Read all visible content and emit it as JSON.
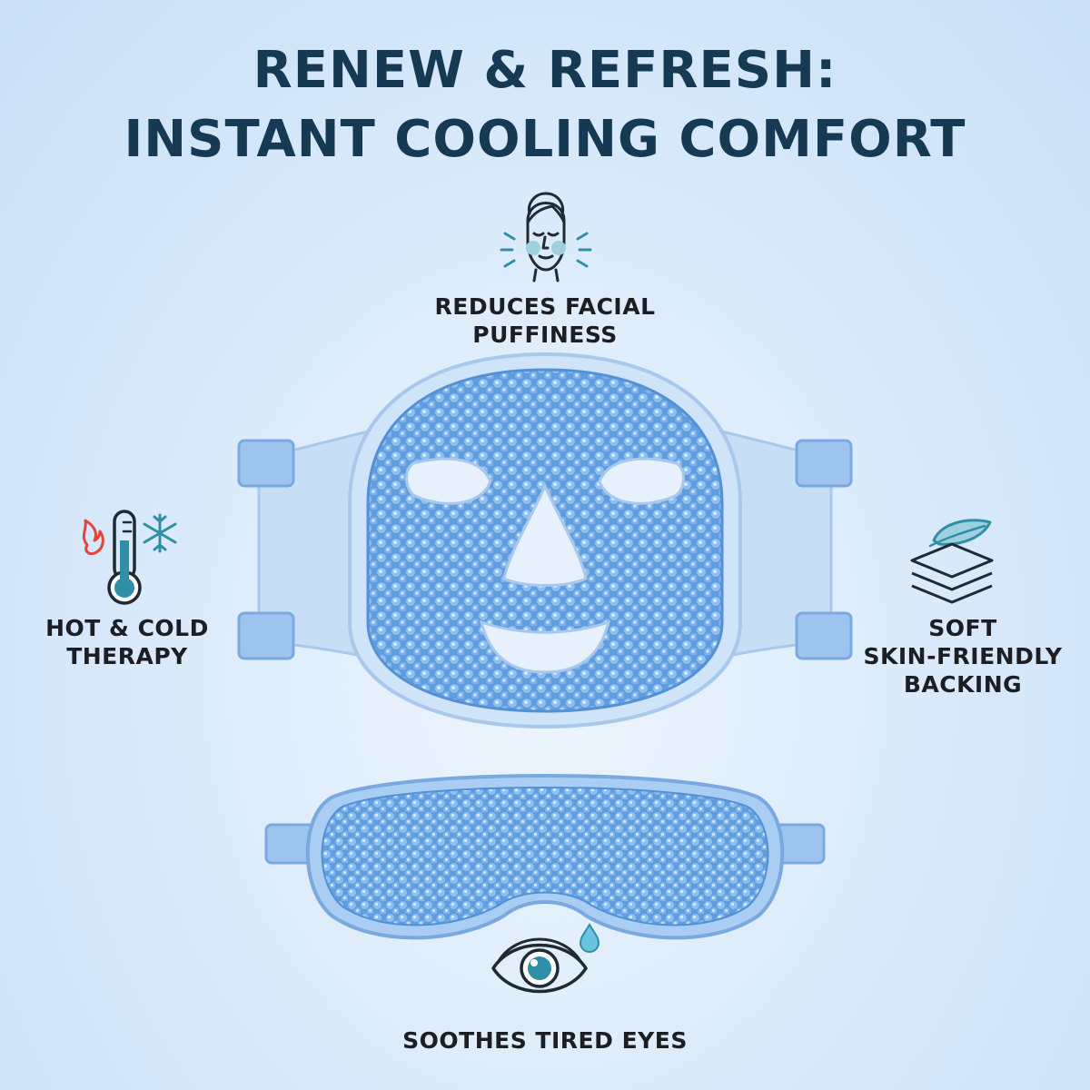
{
  "headline": {
    "line1": "RENEW & REFRESH:",
    "line2": "INSTANT COOLING COMFORT"
  },
  "features": {
    "puffiness": {
      "line1": "REDUCES FACIAL",
      "line2": "PUFFINESS",
      "icon": "face-icon"
    },
    "therapy": {
      "line1": "HOT & COLD",
      "line2": "THERAPY",
      "icon": "thermometer-icon"
    },
    "backing": {
      "line1": "SOFT",
      "line2": "SKIN-FRIENDLY",
      "line3": "BACKING",
      "icon": "feather-layers-icon"
    },
    "eyes": {
      "line1": "SOOTHES TIRED EYES",
      "icon": "eye-icon"
    }
  },
  "colors": {
    "headline": "#163a54",
    "gel_blue": "#6ea8e6",
    "icon_teal": "#2f8fa8",
    "icon_red": "#e2453c"
  }
}
